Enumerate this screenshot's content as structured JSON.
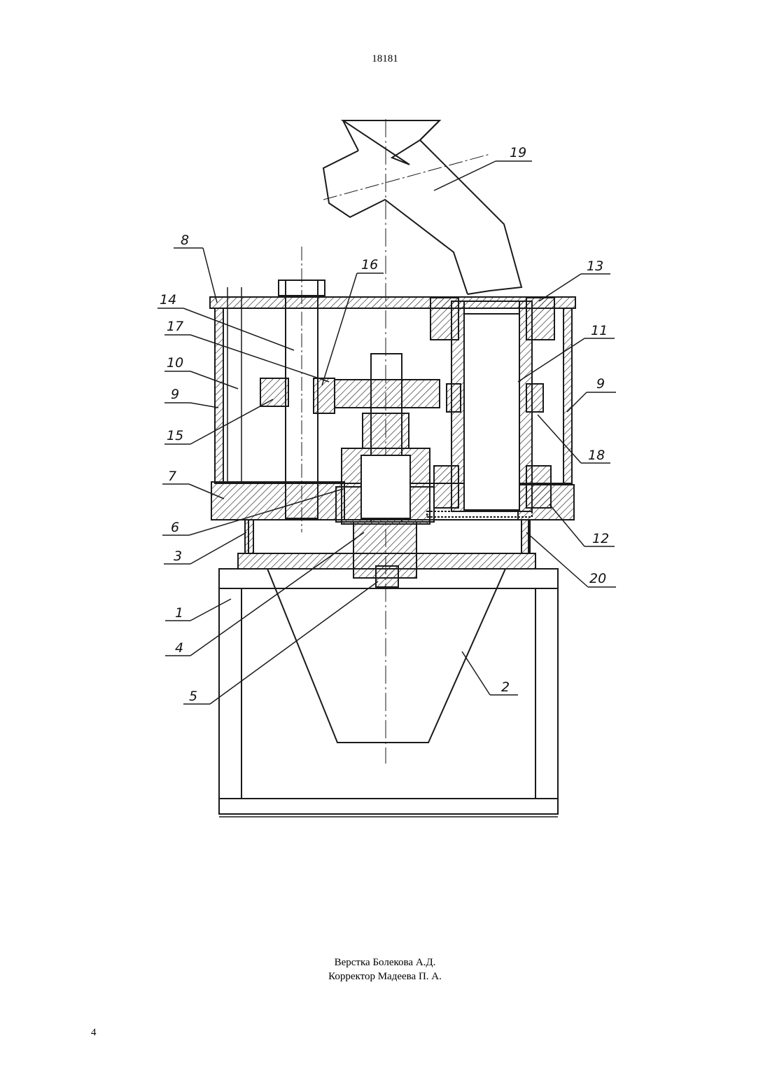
{
  "header": {
    "document_number": "18181"
  },
  "drawing": {
    "callouts": [
      {
        "id": "c8",
        "label": "8"
      },
      {
        "id": "c16",
        "label": "16"
      },
      {
        "id": "c19",
        "label": "19"
      },
      {
        "id": "c13",
        "label": "13"
      },
      {
        "id": "c14",
        "label": "14"
      },
      {
        "id": "c17",
        "label": "17"
      },
      {
        "id": "c10",
        "label": "10"
      },
      {
        "id": "c9l",
        "label": "9"
      },
      {
        "id": "c15",
        "label": "15"
      },
      {
        "id": "c7",
        "label": "7"
      },
      {
        "id": "c6",
        "label": "6"
      },
      {
        "id": "c3",
        "label": "3"
      },
      {
        "id": "c1",
        "label": "1"
      },
      {
        "id": "c4",
        "label": "4"
      },
      {
        "id": "c5",
        "label": "5"
      },
      {
        "id": "c11",
        "label": "11"
      },
      {
        "id": "c9r",
        "label": "9"
      },
      {
        "id": "c18",
        "label": "18"
      },
      {
        "id": "c12",
        "label": "12"
      },
      {
        "id": "c20",
        "label": "20"
      },
      {
        "id": "c2",
        "label": "2"
      }
    ]
  },
  "footer": {
    "credit_layout": "Верстка Болекова А.Д.",
    "credit_corrector": "Корректор Мадеева П. А.",
    "page_number": "4"
  }
}
